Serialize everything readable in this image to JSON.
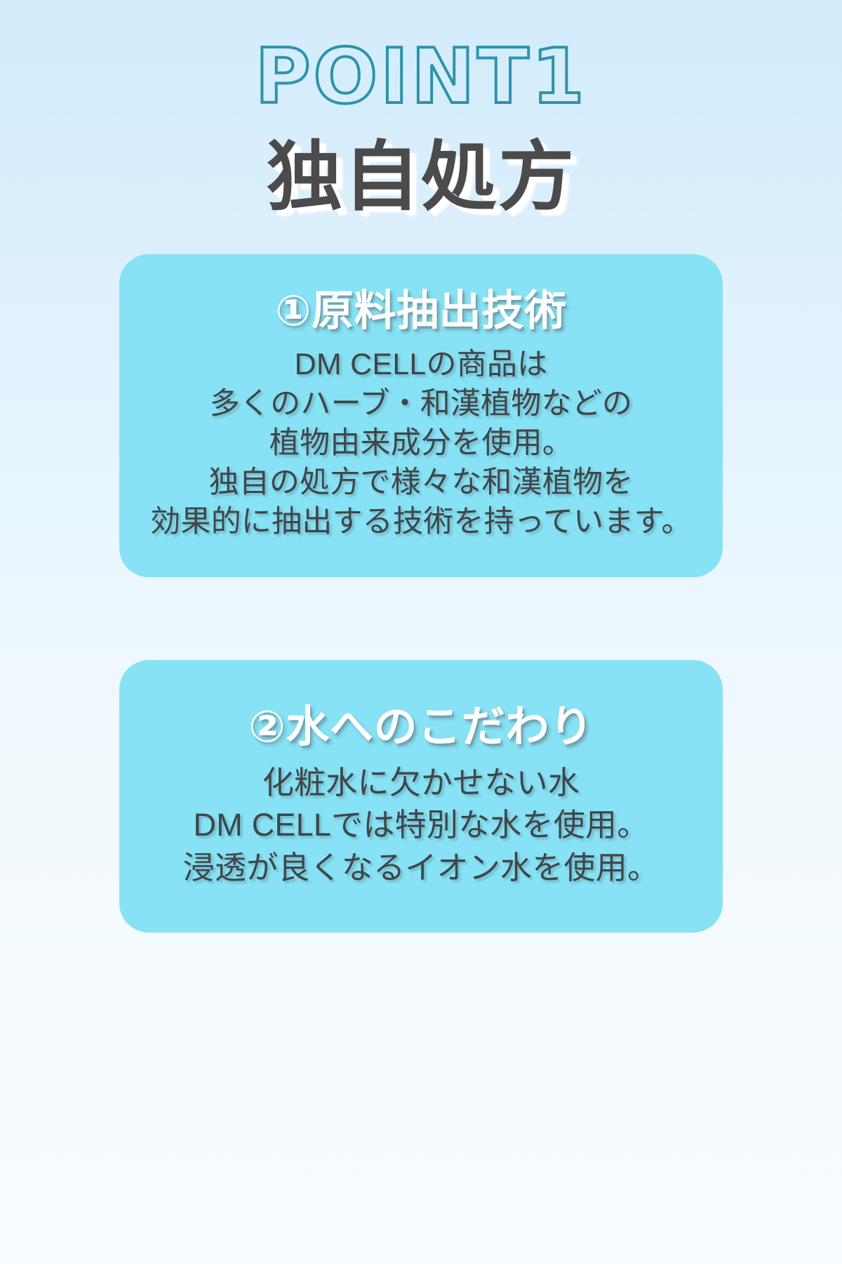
{
  "theme": {
    "background_top": "#d2ecfb",
    "background_bottom": "#f6fcff",
    "card_background": "#86e2f4",
    "outline_accent": "#2d93ab",
    "headline_color": "#4b4b4b",
    "body_text_color": "#3f4649",
    "card_title_color": "#ffffff"
  },
  "header": {
    "point_label": "POINT1",
    "headline": "独自処方"
  },
  "cards": [
    {
      "title": "①原料抽出技術",
      "lines": [
        "DM CELLの商品は",
        "多くのハーブ・和漢植物などの",
        "植物由来成分を使用。",
        "独自の処方で様々な和漢植物を",
        "効果的に抽出する技術を持っています。"
      ]
    },
    {
      "title": "②水へのこだわり",
      "lines": [
        "化粧水に欠かせない水",
        "DM CELLでは特別な水を使用。",
        "浸透が良くなるイオン水を使用。"
      ]
    }
  ]
}
